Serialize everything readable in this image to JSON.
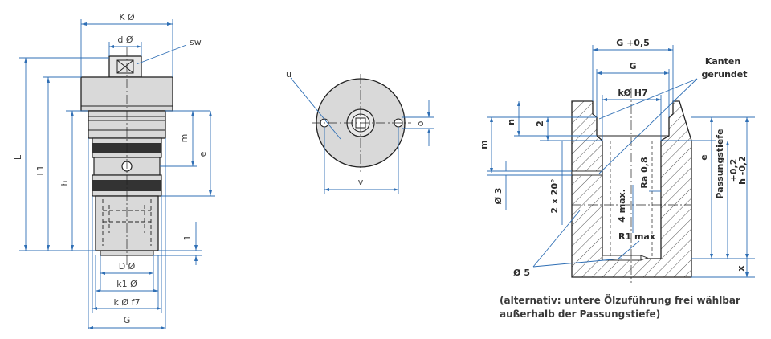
{
  "colors": {
    "dimension": "#2f6fb5",
    "outline": "#222222",
    "body_fill": "#d9d9d9",
    "hatch": "#555555"
  },
  "left_view": {
    "labels": {
      "K": "K Ø",
      "d": "d Ø",
      "sw": "sw",
      "L": "L",
      "L1": "L1",
      "h": "h",
      "m": "m",
      "e": "e",
      "one": "1",
      "D": "D Ø",
      "k1": "k1 Ø",
      "k": "k Ø f7",
      "G": "G"
    }
  },
  "middle_view": {
    "labels": {
      "u": "u",
      "o": "o",
      "v": "v"
    }
  },
  "right_view": {
    "labels": {
      "G05": "G +0,5",
      "G": "G",
      "kH7": "kØ H7",
      "kanten1": "Kanten",
      "kanten2": "gerundet",
      "n": "n",
      "two": "2",
      "m": "m",
      "e": "e",
      "passung": "Passungstiefe",
      "tol1": "+0,2",
      "tol2": "h -0,2",
      "ra": "Ra 0,8",
      "four_max": "4 max.",
      "r1": "R1 max",
      "phi3": "Ø 3",
      "two_x20": "2 x 20°",
      "phi5": "Ø 5",
      "x": "x"
    }
  },
  "note": {
    "line1": "(alternativ: untere Ölzuführung frei wählbar",
    "line2": "außerhalb der Passungstiefe)"
  }
}
